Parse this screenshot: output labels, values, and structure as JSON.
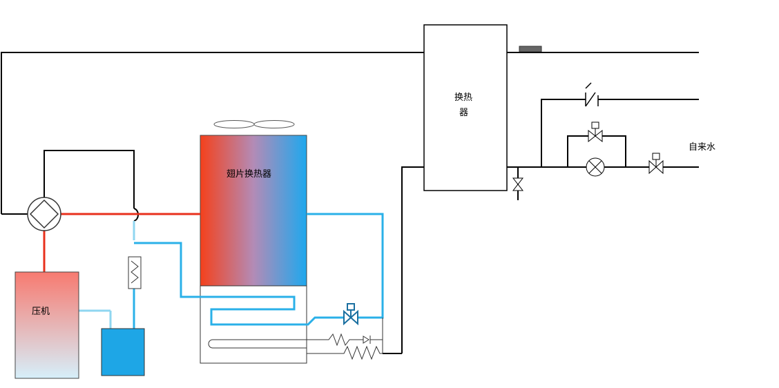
{
  "labels": {
    "fin_exchanger": "翅片换热器",
    "compressor": "压机",
    "heat_exchanger_line1": "换热",
    "heat_exchanger_line2": "器",
    "tap_water": "自来水"
  },
  "colors": {
    "hot_pipe": "#e8301c",
    "cold_pipe": "#2ab0e8",
    "light_pipe": "#8fd6f0",
    "line": "#000000",
    "fin_hot": "#f4411c",
    "fin_cold": "#1ea8ee",
    "compressor_top": "#f77a70",
    "compressor_bottom": "#d6effa",
    "tank": "#1ea6e6",
    "sensor": "#666666"
  },
  "icons": [
    "four-way-valve-icon",
    "fan-icon",
    "solenoid-valve-icon",
    "check-valve-icon",
    "expansion-valve-icon",
    "capillary-icon",
    "filter-icon",
    "stop-valve-icon",
    "water-pump-icon"
  ]
}
